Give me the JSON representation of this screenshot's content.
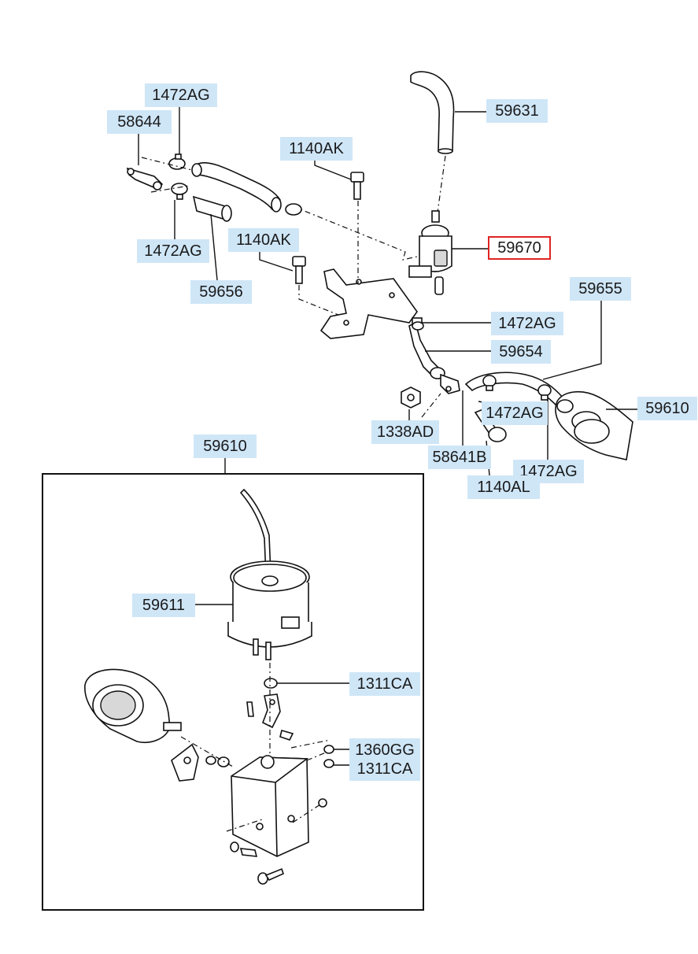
{
  "diagram": {
    "callouts": {
      "p59631": "59631",
      "p1472ag_top": "1472AG",
      "p58644": "58644",
      "p1140ak_a": "1140AK",
      "p1472ag_left": "1472AG",
      "p59670": "59670",
      "p1140ak_b": "1140AK",
      "p59656": "59656",
      "p59655": "59655",
      "p1472ag_mid": "1472AG",
      "p59654": "59654",
      "p59610_right": "59610",
      "p1472ag_low": "1472AG",
      "p1338ad": "1338AD",
      "p58641b": "58641B",
      "p1472ag_bottom": "1472AG",
      "p1140al": "1140AL",
      "p59610_box": "59610",
      "p59611": "59611",
      "p1311ca_a": "1311CA",
      "p1360gg": "1360GG",
      "p1311ca_b": "1311CA"
    },
    "selected_part": "59670",
    "colors": {
      "callout_bg": "#cfe6f7",
      "selected_border": "#e02424",
      "line": "#111111"
    }
  }
}
